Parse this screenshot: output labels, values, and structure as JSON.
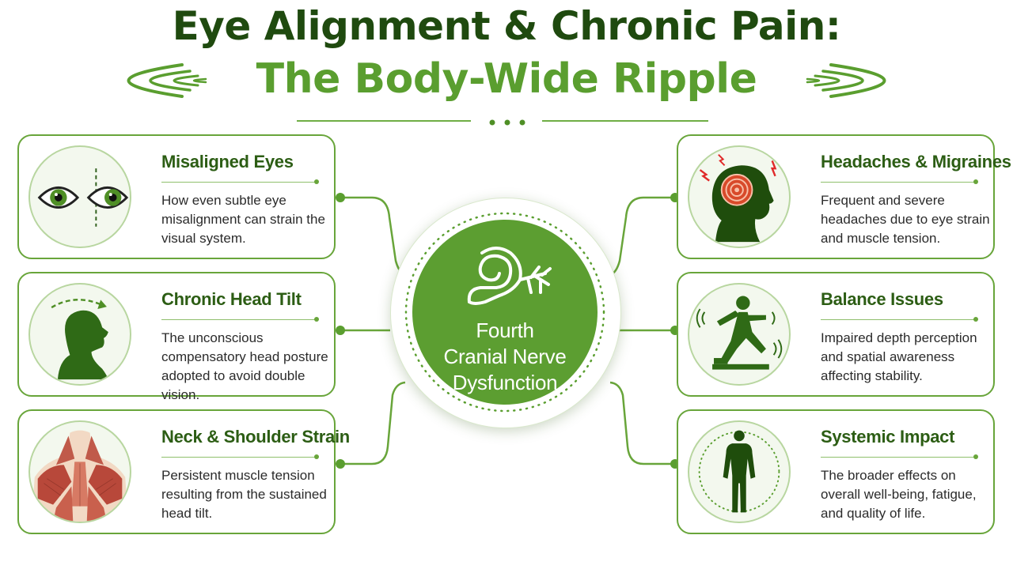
{
  "title": {
    "line1": "Eye Alignment & Chronic Pain:",
    "line2": "The Body-Wide Ripple"
  },
  "colors": {
    "dark_green": "#1f4a0f",
    "brand_green": "#5a9e2f",
    "border_green": "#68a53a",
    "heading_green": "#2c5d14"
  },
  "center": {
    "icon": "cranial-nerve-icon",
    "label_lines": [
      "Fourth",
      "Cranial Nerve",
      "Dysfunction"
    ]
  },
  "cards": [
    {
      "id": "misaligned-eyes",
      "icon": "eyes-icon",
      "title": "Misaligned Eyes",
      "text": "How even subtle eye misalignment can strain the visual system."
    },
    {
      "id": "chronic-head-tilt",
      "icon": "head-tilt-icon",
      "title": "Chronic Head Tilt",
      "text": "The unconscious compensatory head posture adopted to avoid double vision."
    },
    {
      "id": "neck-shoulder-strain",
      "icon": "neck-shoulder-muscles-icon",
      "title": "Neck & Shoulder Strain",
      "text": "Persistent muscle tension resulting from the sustained head tilt."
    },
    {
      "id": "headaches-migraines",
      "icon": "headache-icon",
      "title": "Headaches & Migraines",
      "text": "Frequent and severe headaches due to eye strain and muscle tension."
    },
    {
      "id": "balance-issues",
      "icon": "balance-icon",
      "title": "Balance Issues",
      "text": "Impaired depth perception and spatial awareness affecting stability."
    },
    {
      "id": "systemic-impact",
      "icon": "body-icon",
      "title": "Systemic Impact",
      "text": "The broader effects on overall well-being, fatigue, and quality of life."
    }
  ]
}
